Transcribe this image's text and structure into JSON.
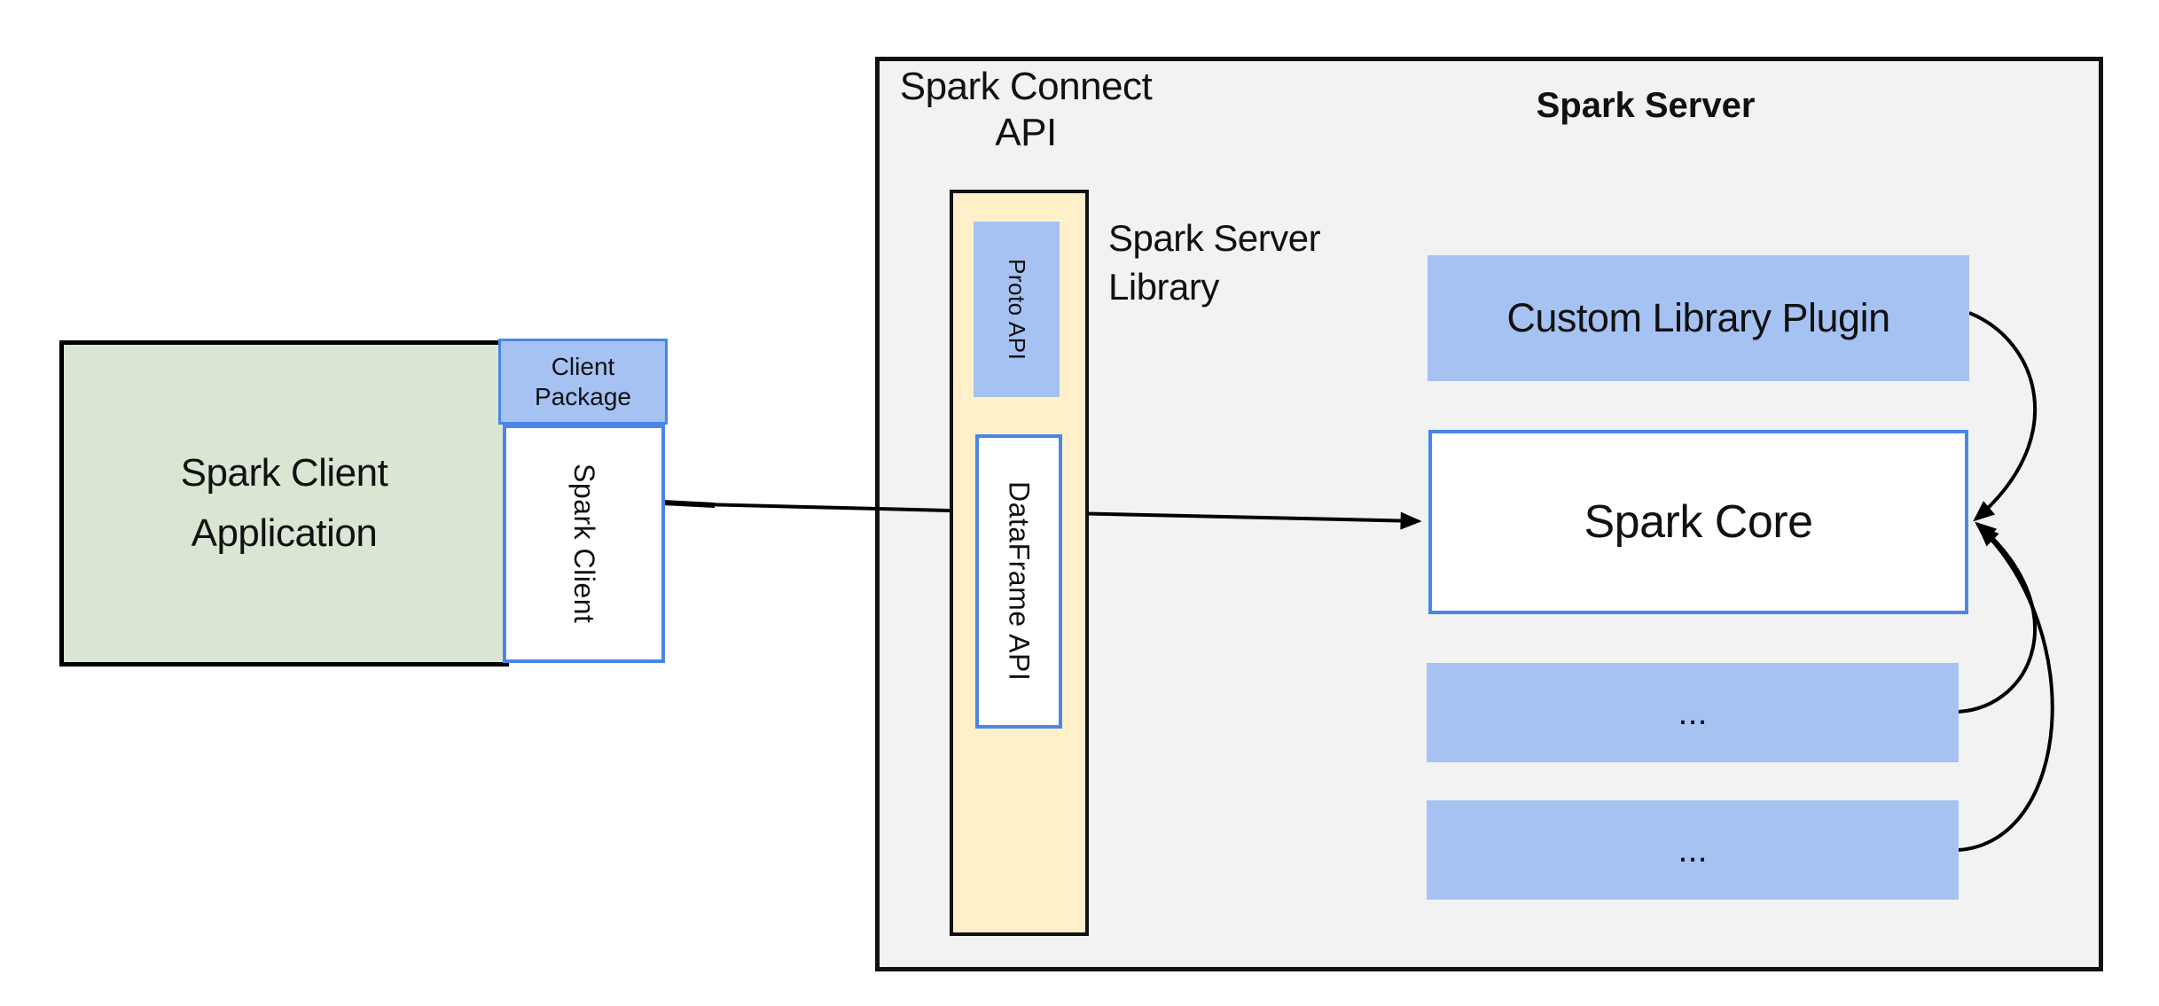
{
  "colors": {
    "canvas-bg": "#ffffff",
    "container-fill": "#f2f2f2",
    "container-border": "#111111",
    "green-fill": "#d8e6d3",
    "green-border": "#000000",
    "blue-fill": "#a5c2f3",
    "blue-border": "#4a86e8",
    "yellow-fill": "#fff0c9",
    "yellow-border": "#111111",
    "arrow": "#000000",
    "text": "#111111"
  },
  "client": {
    "application_label": "Spark Client\nApplication",
    "package_label": "Client\nPackage",
    "spark_client_label": "Spark Client"
  },
  "connect_api": {
    "title": "Spark Connect\nAPI",
    "proto_api_label": "Proto API",
    "dataframe_api_label": "DataFrame API",
    "library_label": "Spark Server\nLibrary"
  },
  "server": {
    "title": "Spark Server",
    "plugin_label": "Custom Library Plugin",
    "core_label": "Spark Core",
    "module_placeholder_1": "...",
    "module_placeholder_2": "..."
  }
}
